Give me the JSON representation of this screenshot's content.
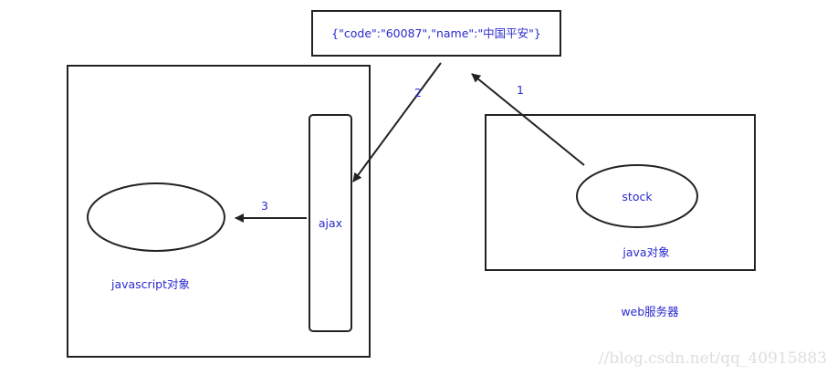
{
  "json_box": {
    "text": "{\"code\":\"60087\",\"name\":\"中国平安\"}"
  },
  "browser": {
    "ajax_label": "ajax",
    "object_label": "javascript对象",
    "arrow_3_label": "3"
  },
  "server": {
    "stock_label": "stock",
    "object_label": "java对象",
    "caption": "web服务器"
  },
  "arrows": {
    "arrow_1_label": "1",
    "arrow_2_label": "2"
  },
  "watermark": "//blog.csdn.net/qq_40915883",
  "colors": {
    "text": "#2a2ad0",
    "stroke": "#222222"
  }
}
